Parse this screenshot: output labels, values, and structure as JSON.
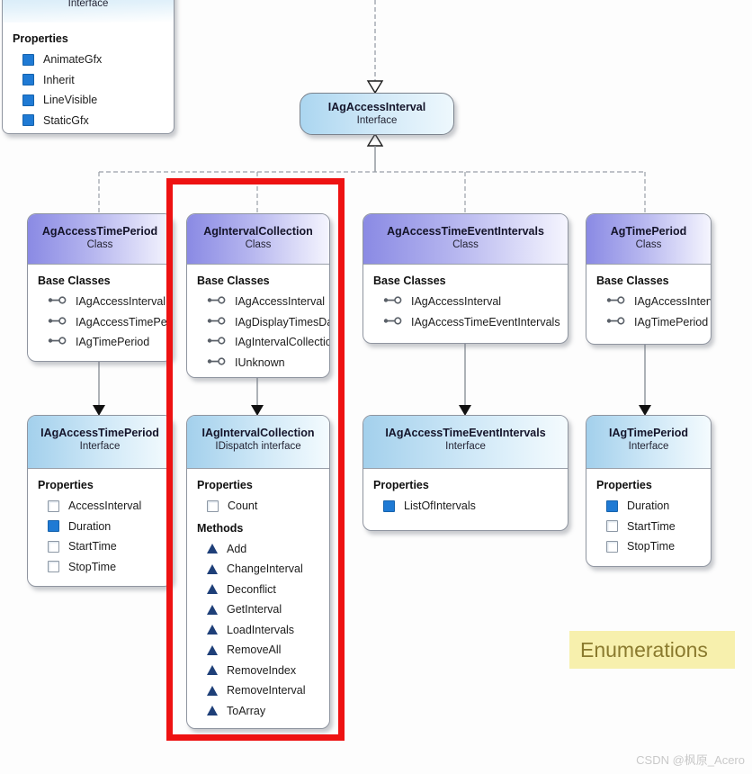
{
  "colors": {
    "class_header_start": "#8a8ae4",
    "interface_header_start": "#a3d0ec",
    "highlight_border": "#ee1212",
    "property_filled": "#1f7ad4",
    "method_triangle": "#1e3f78",
    "enum_bg": "#f7f0ad",
    "enum_text": "#8a7a2e"
  },
  "icons": {
    "base_class_icon": "interface-lollipop",
    "property_icon": "square-outline",
    "property_filled_icon": "square-filled-blue",
    "method_icon": "triangle-navy"
  },
  "partial_box": {
    "kind": "Interface",
    "section_label": "Properties",
    "items": [
      "AnimateGfx",
      "Inherit",
      "LineVisible",
      "StaticGfx"
    ]
  },
  "root_interface": {
    "name": "IAgAccessInterval",
    "kind": "Interface"
  },
  "class_boxes": [
    {
      "name": "AgAccessTimePeriod",
      "kind": "Class",
      "section_label": "Base Classes",
      "items": [
        "IAgAccessInterval",
        "IAgAccessTimePeriod",
        "IAgTimePeriod"
      ]
    },
    {
      "name": "AgIntervalCollection",
      "kind": "Class",
      "section_label": "Base Classes",
      "items": [
        "IAgAccessInterval",
        "IAgDisplayTimesData",
        "IAgIntervalCollection",
        "IUnknown"
      ]
    },
    {
      "name": "AgAccessTimeEventIntervals",
      "kind": "Class",
      "section_label": "Base Classes",
      "items": [
        "IAgAccessInterval",
        "IAgAccessTimeEventIntervals"
      ]
    },
    {
      "name": "AgTimePeriod",
      "kind": "Class",
      "section_label": "Base Classes",
      "items": [
        "IAgAccessInterval",
        "IAgTimePeriod"
      ]
    }
  ],
  "interface_boxes": [
    {
      "name": "IAgAccessTimePeriod",
      "kind": "Interface",
      "properties_label": "Properties",
      "properties": [
        "AccessInterval",
        "Duration",
        "StartTime",
        "StopTime"
      ]
    },
    {
      "name": "IAgIntervalCollection",
      "kind": "IDispatch interface",
      "properties_label": "Properties",
      "properties": [
        "Count"
      ],
      "methods_label": "Methods",
      "methods": [
        "Add",
        "ChangeInterval",
        "Deconflict",
        "GetInterval",
        "LoadIntervals",
        "RemoveAll",
        "RemoveIndex",
        "RemoveInterval",
        "ToArray"
      ]
    },
    {
      "name": "IAgAccessTimeEventIntervals",
      "kind": "Interface",
      "properties_label": "Properties",
      "properties": [
        "ListOfIntervals"
      ]
    },
    {
      "name": "IAgTimePeriod",
      "kind": "Interface",
      "properties_label": "Properties",
      "properties": [
        "Duration",
        "StartTime",
        "StopTime"
      ]
    }
  ],
  "annotation": {
    "label": "Enumerations"
  },
  "watermark": "CSDN @枫原_Acero"
}
